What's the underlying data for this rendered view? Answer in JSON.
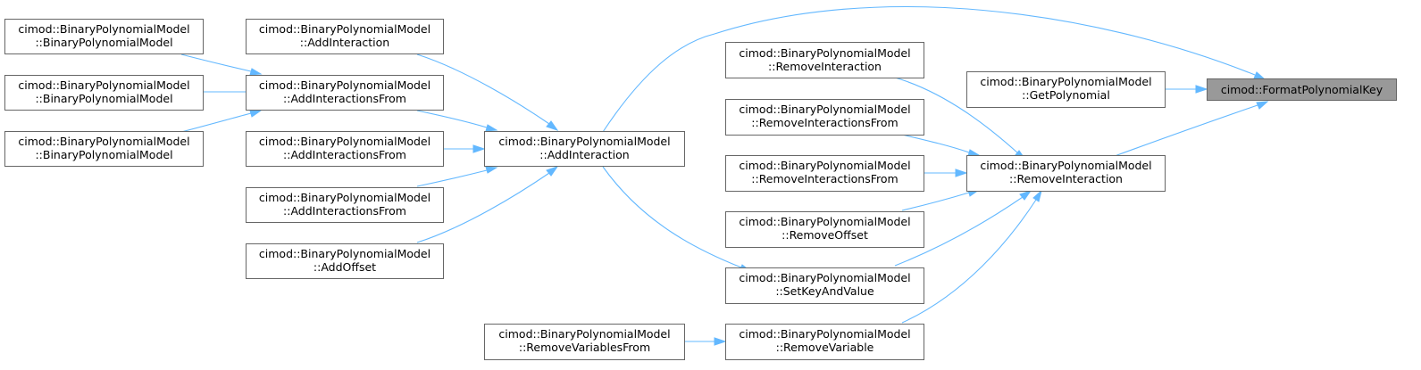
{
  "root": {
    "line1": "cimod::FormatPolynomialKey"
  },
  "nodes": [
    {
      "id": "bpm_ctor_1",
      "line1": "cimod::BinaryPolynomialModel",
      "line2": "::BinaryPolynomialModel"
    },
    {
      "id": "bpm_ctor_2",
      "line1": "cimod::BinaryPolynomialModel",
      "line2": "::BinaryPolynomialModel"
    },
    {
      "id": "bpm_ctor_3",
      "line1": "cimod::BinaryPolynomialModel",
      "line2": "::BinaryPolynomialModel"
    },
    {
      "id": "add_interaction_top",
      "line1": "cimod::BinaryPolynomialModel",
      "line2": "::AddInteraction"
    },
    {
      "id": "add_interactions_from_1",
      "line1": "cimod::BinaryPolynomialModel",
      "line2": "::AddInteractionsFrom"
    },
    {
      "id": "add_interactions_from_2",
      "line1": "cimod::BinaryPolynomialModel",
      "line2": "::AddInteractionsFrom"
    },
    {
      "id": "add_interactions_from_3",
      "line1": "cimod::BinaryPolynomialModel",
      "line2": "::AddInteractionsFrom"
    },
    {
      "id": "add_offset",
      "line1": "cimod::BinaryPolynomialModel",
      "line2": "::AddOffset"
    },
    {
      "id": "add_interaction_main",
      "line1": "cimod::BinaryPolynomialModel",
      "line2": "::AddInteraction"
    },
    {
      "id": "remove_variables_from",
      "line1": "cimod::BinaryPolynomialModel",
      "line2": "::RemoveVariablesFrom"
    },
    {
      "id": "remove_interaction_top",
      "line1": "cimod::BinaryPolynomialModel",
      "line2": "::RemoveInteraction"
    },
    {
      "id": "remove_interactions_from_1",
      "line1": "cimod::BinaryPolynomialModel",
      "line2": "::RemoveInteractionsFrom"
    },
    {
      "id": "remove_interactions_from_2",
      "line1": "cimod::BinaryPolynomialModel",
      "line2": "::RemoveInteractionsFrom"
    },
    {
      "id": "remove_offset",
      "line1": "cimod::BinaryPolynomialModel",
      "line2": "::RemoveOffset"
    },
    {
      "id": "set_key_and_value",
      "line1": "cimod::BinaryPolynomialModel",
      "line2": "::SetKeyAndValue"
    },
    {
      "id": "remove_variable",
      "line1": "cimod::BinaryPolynomialModel",
      "line2": "::RemoveVariable"
    },
    {
      "id": "get_polynomial",
      "line1": "cimod::BinaryPolynomialModel",
      "line2": "::GetPolynomial"
    },
    {
      "id": "remove_interaction_main",
      "line1": "cimod::BinaryPolynomialModel",
      "line2": "::RemoveInteraction"
    }
  ],
  "edges": [
    {
      "from": "bpm_ctor_1",
      "to": "add_interactions_from_1"
    },
    {
      "from": "bpm_ctor_2",
      "to": "add_interactions_from_1"
    },
    {
      "from": "bpm_ctor_3",
      "to": "add_interactions_from_1"
    },
    {
      "from": "add_interaction_top",
      "to": "add_interaction_main"
    },
    {
      "from": "add_interactions_from_1",
      "to": "add_interaction_main"
    },
    {
      "from": "add_interactions_from_2",
      "to": "add_interaction_main"
    },
    {
      "from": "add_interactions_from_3",
      "to": "add_interaction_main"
    },
    {
      "from": "add_offset",
      "to": "add_interaction_main"
    },
    {
      "from": "add_interaction_main",
      "to": "root"
    },
    {
      "from": "add_interaction_main",
      "to": "set_key_and_value"
    },
    {
      "from": "remove_variables_from",
      "to": "remove_variable"
    },
    {
      "from": "remove_interaction_top",
      "to": "remove_interaction_main"
    },
    {
      "from": "remove_interactions_from_1",
      "to": "remove_interaction_main"
    },
    {
      "from": "remove_interactions_from_2",
      "to": "remove_interaction_main"
    },
    {
      "from": "remove_offset",
      "to": "remove_interaction_main"
    },
    {
      "from": "set_key_and_value",
      "to": "remove_interaction_main"
    },
    {
      "from": "remove_variable",
      "to": "remove_interaction_main"
    },
    {
      "from": "get_polynomial",
      "to": "root"
    },
    {
      "from": "remove_interaction_main",
      "to": "root"
    }
  ],
  "colors": {
    "edge": "#63b8ff",
    "root_fill": "#999999",
    "node_border": "#666666"
  }
}
